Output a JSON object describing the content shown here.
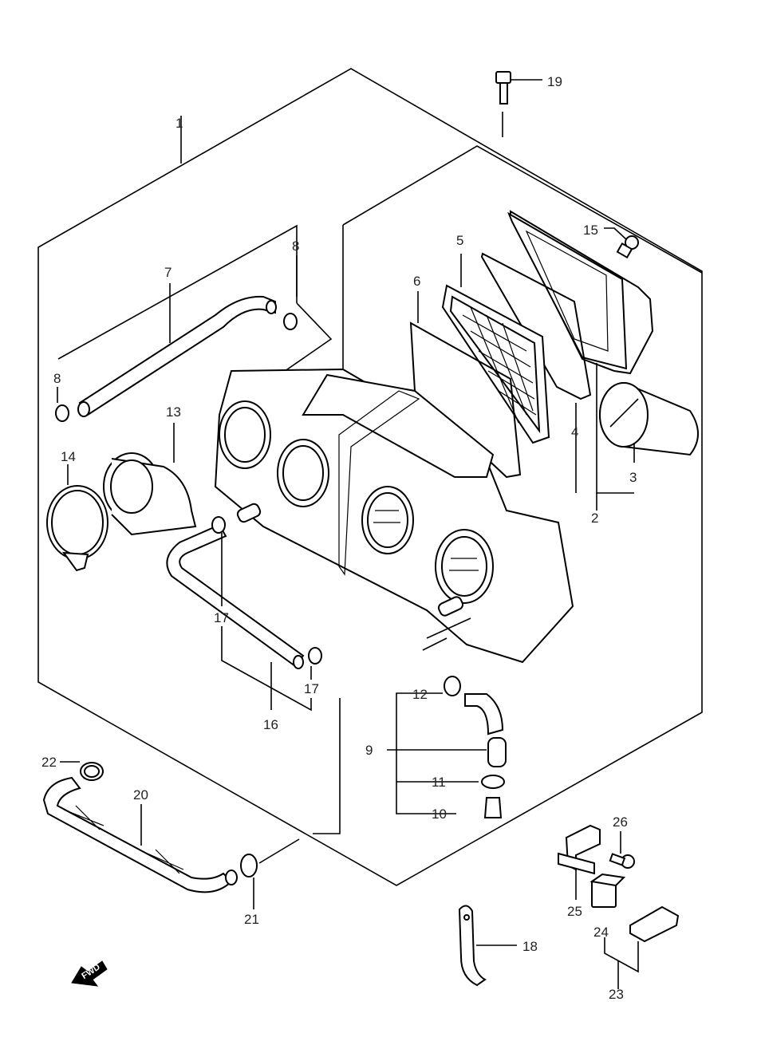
{
  "diagram": {
    "labels": {
      "p1": "1",
      "p2": "2",
      "p3": "3",
      "p4": "4",
      "p5": "5",
      "p6": "6",
      "p7": "7",
      "p8a": "8",
      "p8b": "8",
      "p9": "9",
      "p10": "10",
      "p11": "11",
      "p12": "12",
      "p13": "13",
      "p14": "14",
      "p15": "15",
      "p16": "16",
      "p17a": "17",
      "p17b": "17",
      "p18": "18",
      "p19": "19",
      "p20": "20",
      "p21": "21",
      "p22": "22",
      "p23": "23",
      "p24": "24",
      "p25": "25",
      "p26": "26"
    },
    "fwd_label": "FWD"
  }
}
